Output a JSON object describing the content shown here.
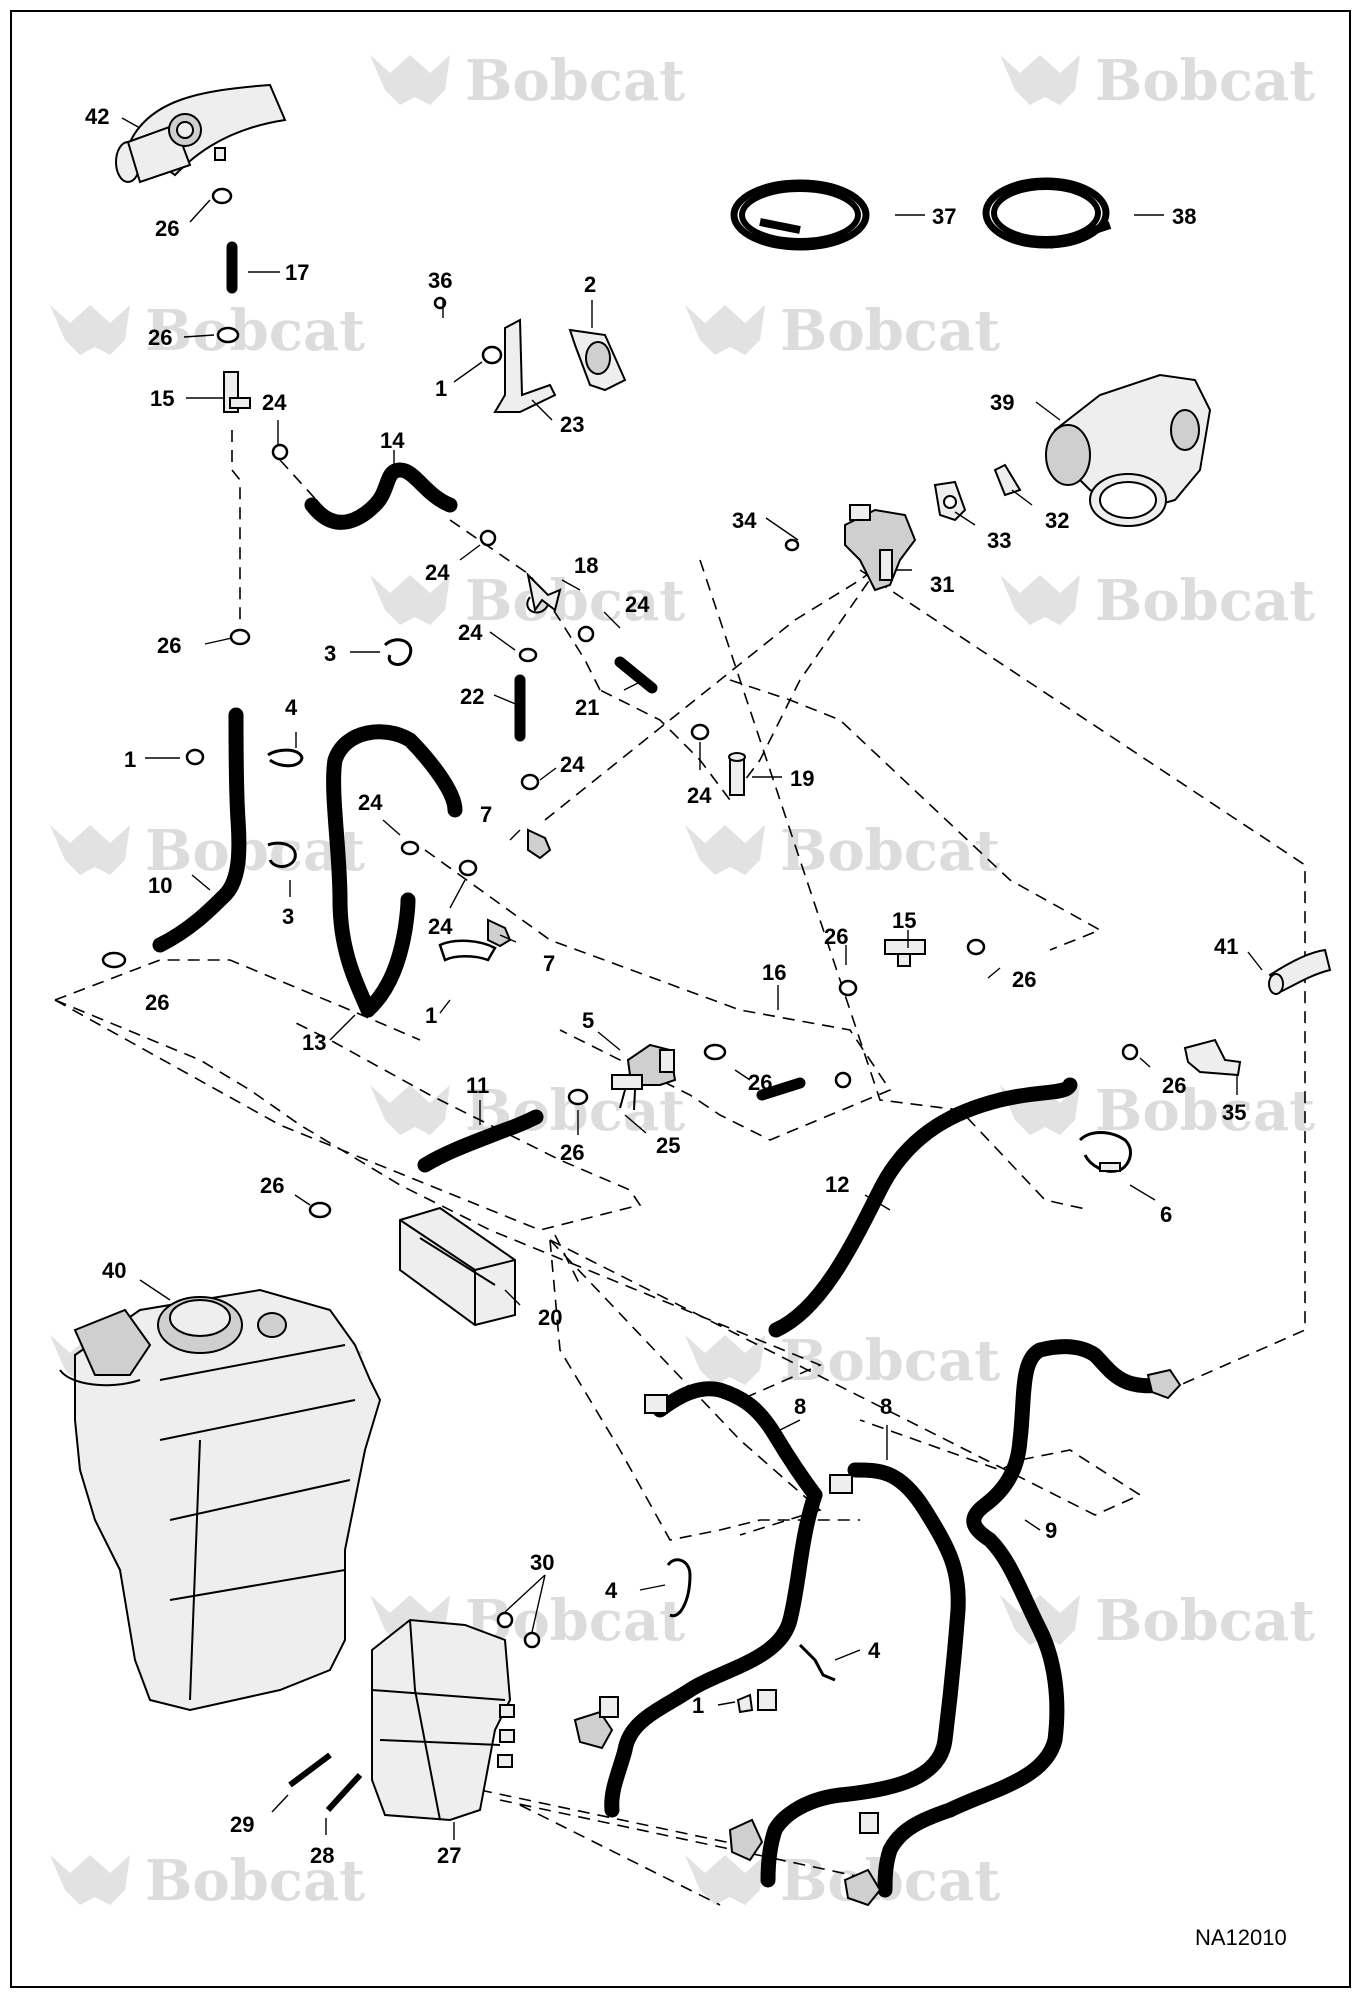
{
  "diagram_id": "NA12010",
  "watermark": "Bobcat",
  "callouts": [
    {
      "id": "c42",
      "text": "42"
    },
    {
      "id": "c26a",
      "text": "26"
    },
    {
      "id": "c17",
      "text": "17"
    },
    {
      "id": "c26b",
      "text": "26"
    },
    {
      "id": "c15a",
      "text": "15"
    },
    {
      "id": "c24a",
      "text": "24"
    },
    {
      "id": "c36",
      "text": "36"
    },
    {
      "id": "c2",
      "text": "2"
    },
    {
      "id": "c1a",
      "text": "1"
    },
    {
      "id": "c23",
      "text": "23"
    },
    {
      "id": "c37",
      "text": "37"
    },
    {
      "id": "c38",
      "text": "38"
    },
    {
      "id": "c39",
      "text": "39"
    },
    {
      "id": "c14",
      "text": "14"
    },
    {
      "id": "c34",
      "text": "34"
    },
    {
      "id": "c33",
      "text": "33"
    },
    {
      "id": "c32",
      "text": "32"
    },
    {
      "id": "c24b",
      "text": "24"
    },
    {
      "id": "c18",
      "text": "18"
    },
    {
      "id": "c31",
      "text": "31"
    },
    {
      "id": "c24c",
      "text": "24"
    },
    {
      "id": "c24d",
      "text": "24"
    },
    {
      "id": "c26c",
      "text": "26"
    },
    {
      "id": "c3a",
      "text": "3"
    },
    {
      "id": "c21",
      "text": "21"
    },
    {
      "id": "c22",
      "text": "22"
    },
    {
      "id": "c4a",
      "text": "4"
    },
    {
      "id": "c1b",
      "text": "1"
    },
    {
      "id": "c24e",
      "text": "24"
    },
    {
      "id": "c19",
      "text": "19"
    },
    {
      "id": "c24f",
      "text": "24"
    },
    {
      "id": "c24g",
      "text": "24"
    },
    {
      "id": "c7a",
      "text": "7"
    },
    {
      "id": "c10",
      "text": "10"
    },
    {
      "id": "c3b",
      "text": "3"
    },
    {
      "id": "c24h",
      "text": "24"
    },
    {
      "id": "c7b",
      "text": "7"
    },
    {
      "id": "c15b",
      "text": "15"
    },
    {
      "id": "c26d",
      "text": "26"
    },
    {
      "id": "c16",
      "text": "16"
    },
    {
      "id": "c26e",
      "text": "26"
    },
    {
      "id": "c41",
      "text": "41"
    },
    {
      "id": "c26f",
      "text": "26"
    },
    {
      "id": "c1c",
      "text": "1"
    },
    {
      "id": "c13",
      "text": "13"
    },
    {
      "id": "c5",
      "text": "5"
    },
    {
      "id": "c26g",
      "text": "26"
    },
    {
      "id": "c26h",
      "text": "26"
    },
    {
      "id": "c35",
      "text": "35"
    },
    {
      "id": "c11",
      "text": "11"
    },
    {
      "id": "c26i",
      "text": "26"
    },
    {
      "id": "c25",
      "text": "25"
    },
    {
      "id": "c26j",
      "text": "26"
    },
    {
      "id": "c12",
      "text": "12"
    },
    {
      "id": "c6",
      "text": "6"
    },
    {
      "id": "c40",
      "text": "40"
    },
    {
      "id": "c20",
      "text": "20"
    },
    {
      "id": "c8a",
      "text": "8"
    },
    {
      "id": "c8b",
      "text": "8"
    },
    {
      "id": "c9",
      "text": "9"
    },
    {
      "id": "c30",
      "text": "30"
    },
    {
      "id": "c4b",
      "text": "4"
    },
    {
      "id": "c4c",
      "text": "4"
    },
    {
      "id": "c1d",
      "text": "1"
    },
    {
      "id": "c29",
      "text": "29"
    },
    {
      "id": "c28",
      "text": "28"
    },
    {
      "id": "c27",
      "text": "27"
    }
  ]
}
